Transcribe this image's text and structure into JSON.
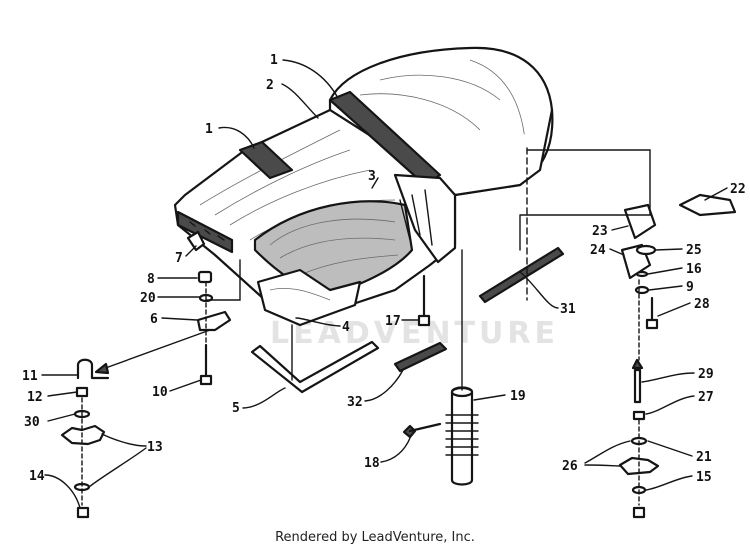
{
  "watermark": "LEADVENTURE",
  "footer": "Rendered by LeadVenture, Inc.",
  "callouts": {
    "c1a": "1",
    "c1b": "1",
    "c2": "2",
    "c3": "3",
    "c4": "4",
    "c5": "5",
    "c6": "6",
    "c7": "7",
    "c8": "8",
    "c9": "9",
    "c10": "10",
    "c11": "11",
    "c12": "12",
    "c13": "13",
    "c14": "14",
    "c15": "15",
    "c16": "16",
    "c17": "17",
    "c18": "18",
    "c19": "19",
    "c20": "20",
    "c21": "21",
    "c22": "22",
    "c23": "23",
    "c24": "24",
    "c25": "25",
    "c26": "26",
    "c27": "27",
    "c28": "28",
    "c29": "29",
    "c30": "30",
    "c31": "31",
    "c32": "32"
  }
}
